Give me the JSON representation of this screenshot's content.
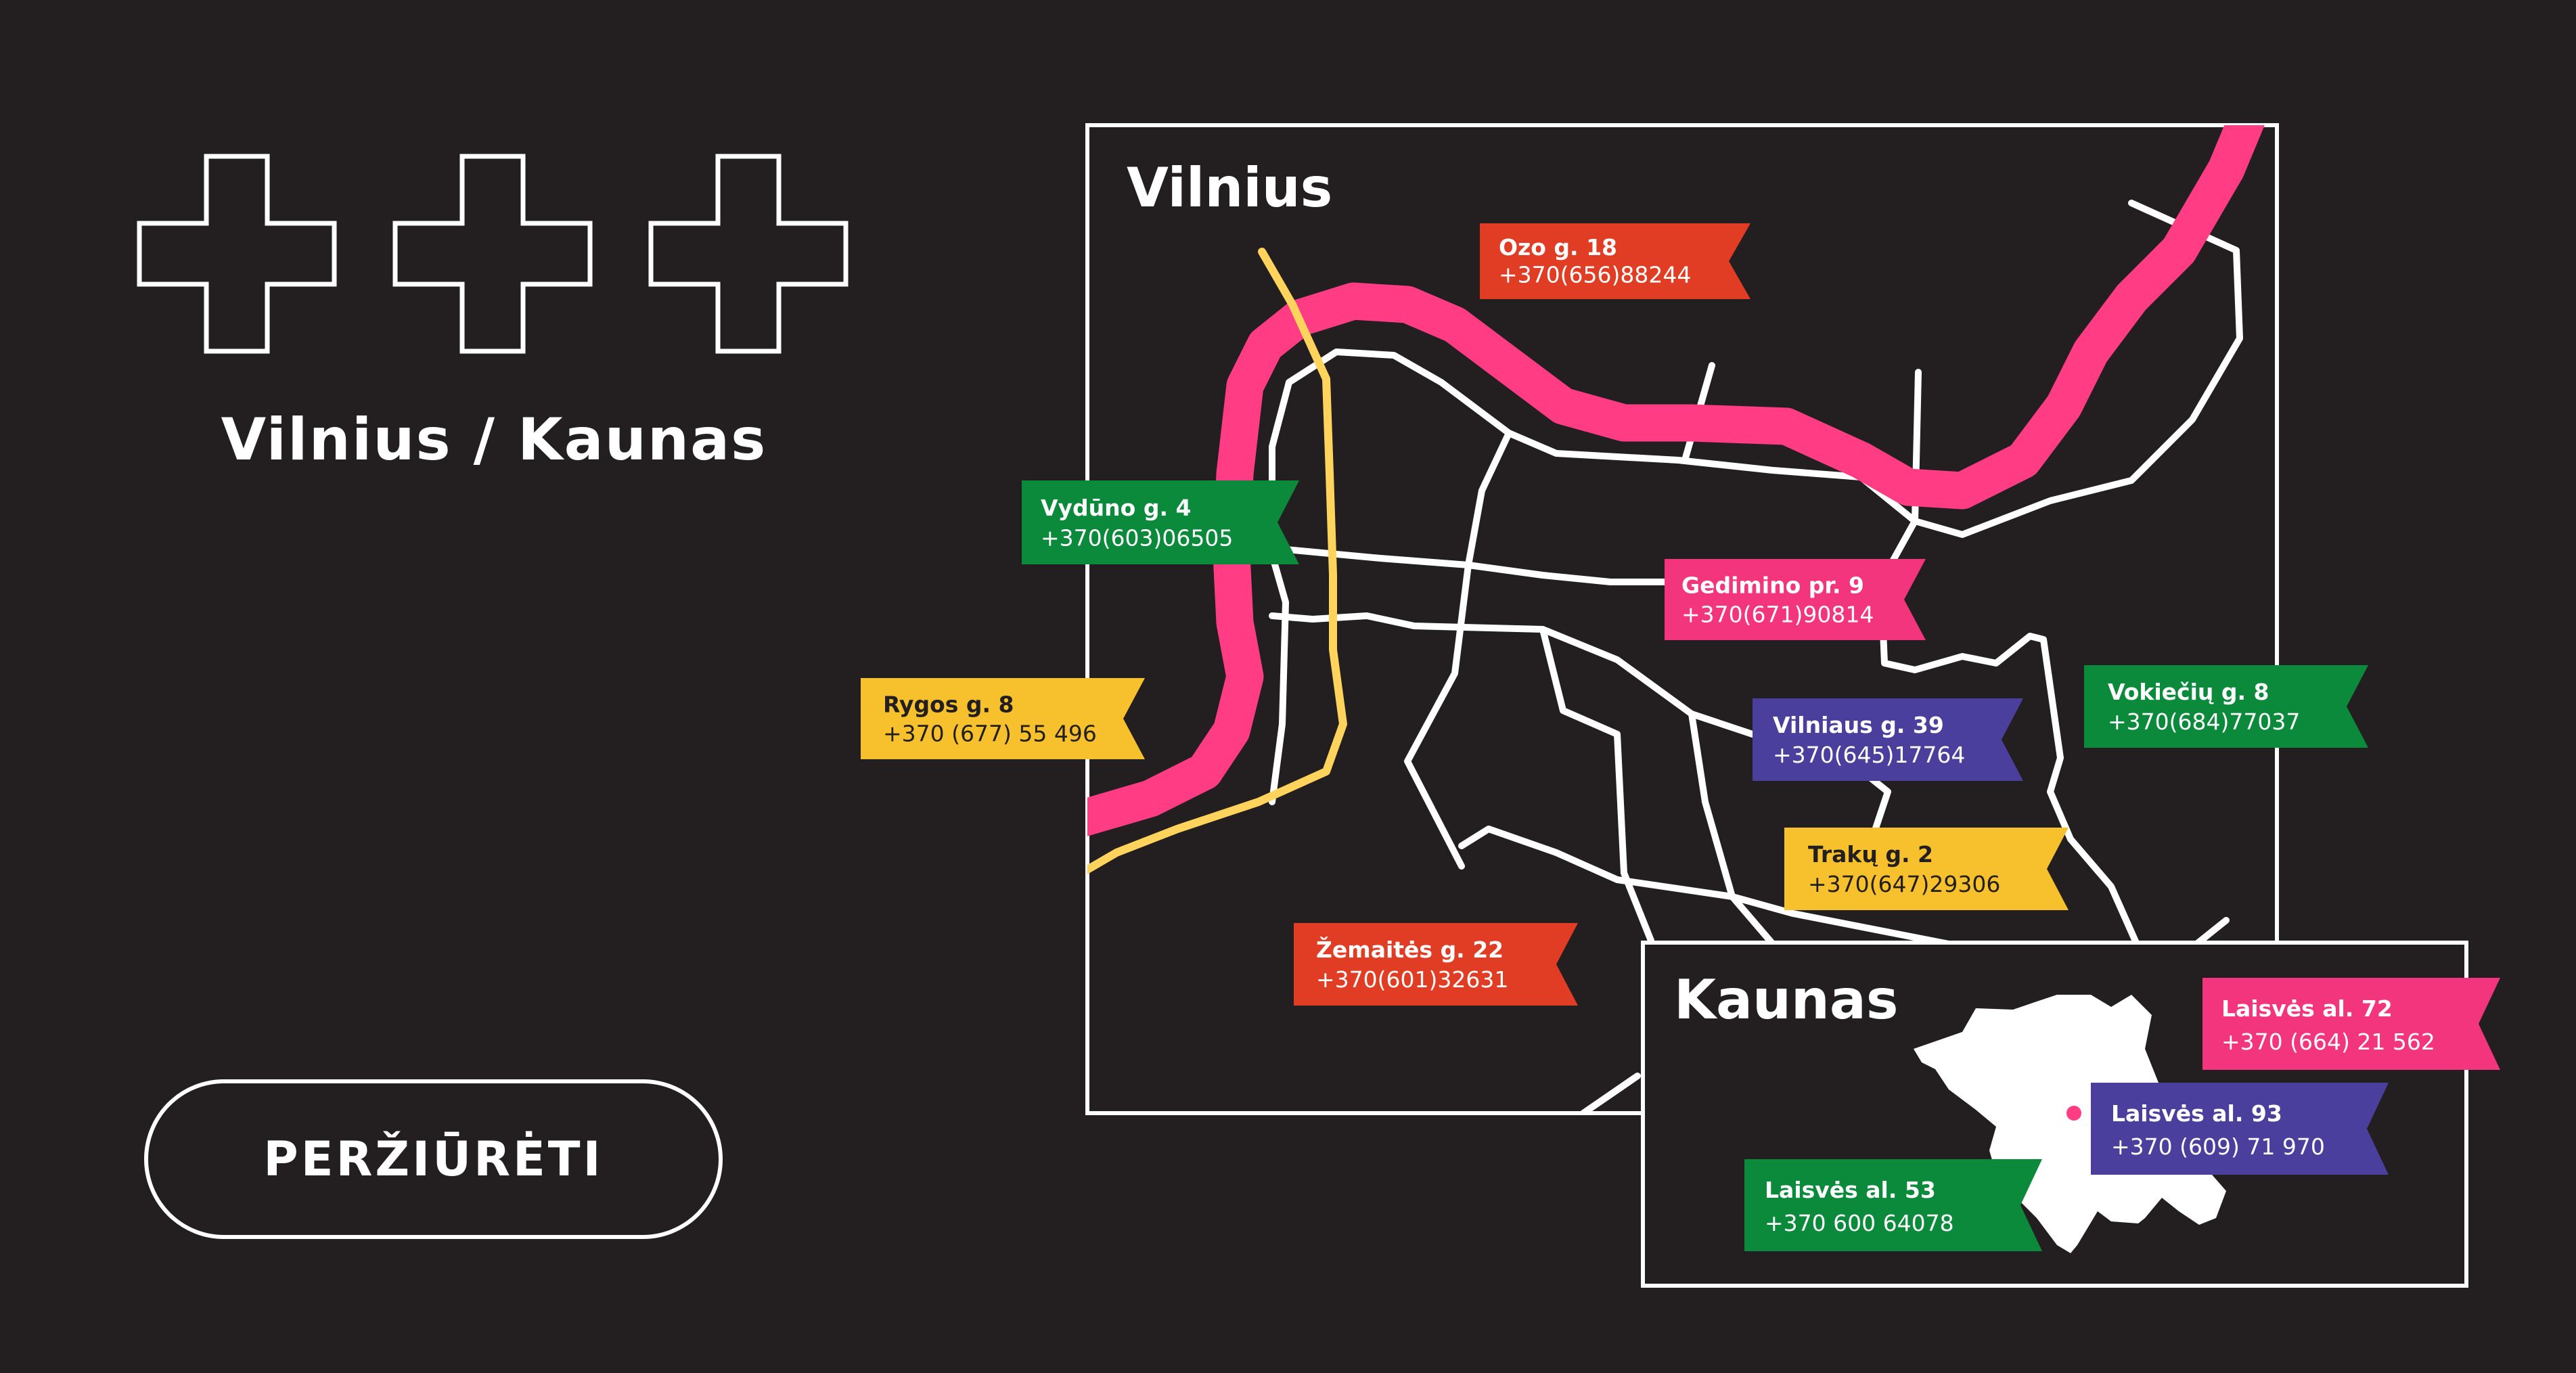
{
  "hero": {
    "title": "Vilnius / Kaunas",
    "button_label": "PERŽIŪRĖTI"
  },
  "map": {
    "vilnius_label": "Vilnius",
    "kaunas_label": "Kaunas",
    "colors": {
      "river": "#ff3c84",
      "highway": "#ffd35c",
      "roads": "#ffffff",
      "frame": "#ffffff",
      "background": "#231f20"
    },
    "locations": [
      {
        "id": "ozo",
        "address": "Ozo g. 18",
        "phone": "+370(656)88244",
        "color": "#e13d24"
      },
      {
        "id": "vyduno",
        "address": "Vydūno g. 4",
        "phone": "+370(603)06505",
        "color": "#0b8a3b"
      },
      {
        "id": "rygos",
        "address": "Rygos g. 8",
        "phone": "+370 (677) 55 496",
        "color": "#f6c12c"
      },
      {
        "id": "gedimino",
        "address": "Gedimino pr. 9",
        "phone": "+370(671)90814",
        "color": "#f3357e"
      },
      {
        "id": "vokieciu",
        "address": "Vokiečių g. 8",
        "phone": "+370(684)77037",
        "color": "#0b8a3b"
      },
      {
        "id": "vilniaus",
        "address": "Vilniaus g. 39",
        "phone": "+370(645)17764",
        "color": "#4a3f9c"
      },
      {
        "id": "traku",
        "address": "Trakų g. 2",
        "phone": "+370(647)29306",
        "color": "#f6c12c"
      },
      {
        "id": "zemaites",
        "address": "Žemaitės g. 22",
        "phone": "+370(601)32631",
        "color": "#e13d24"
      },
      {
        "id": "laisves72",
        "address": "Laisvės al. 72",
        "phone": "+370 (664) 21 562",
        "color": "#f3357e"
      },
      {
        "id": "laisves93",
        "address": "Laisvės al. 93",
        "phone": "+370 (609) 71 970",
        "color": "#4a3f9c"
      },
      {
        "id": "laisves53",
        "address": "Laisvės al. 53",
        "phone": "+370 600 64078",
        "color": "#0b8a3b"
      }
    ]
  }
}
